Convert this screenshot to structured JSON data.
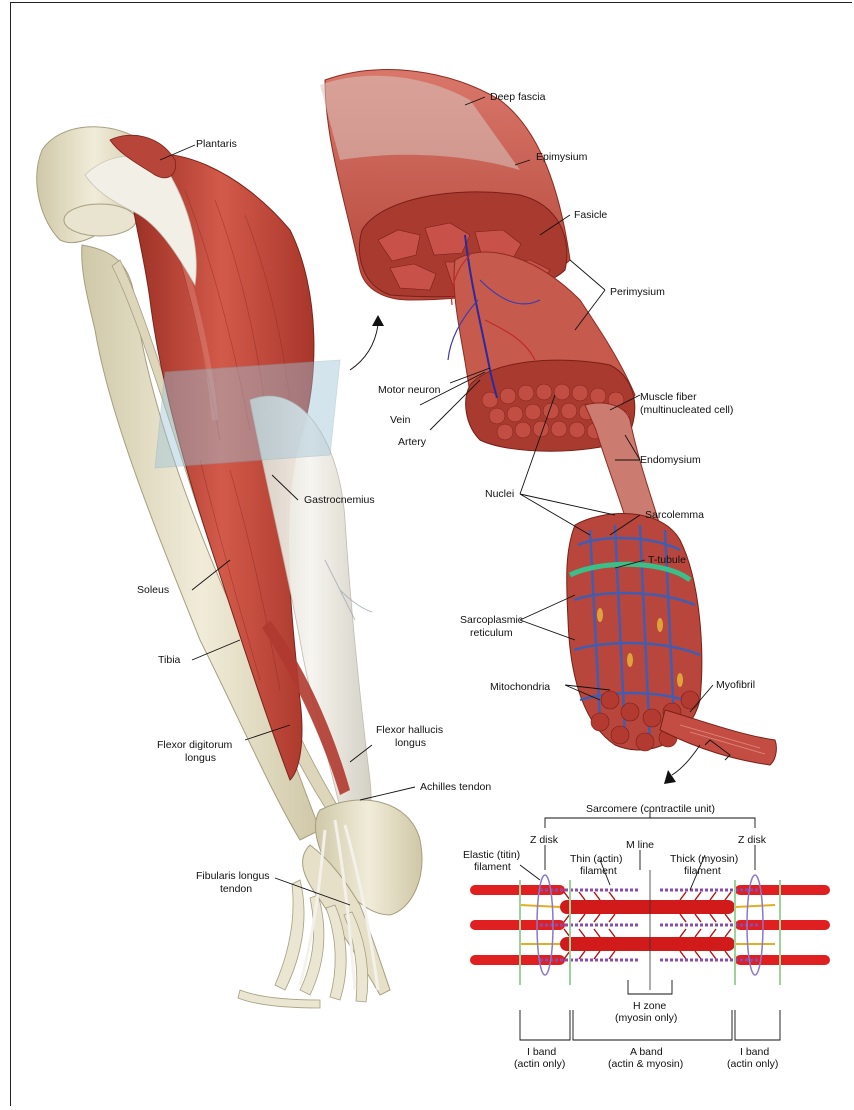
{
  "labels": {
    "plantaris": "Plantaris",
    "gastrocnemius": "Gastrocnemius",
    "soleus": "Soleus",
    "tibia": "Tibia",
    "flexor_digitorum_longus": [
      "Flexor digitorum",
      "longus"
    ],
    "flexor_hallucis_longus": [
      "Flexor hallucis",
      "longus"
    ],
    "achilles_tendon": "Achilles tendon",
    "fibularis_longus_tendon": [
      "Fibularis longus",
      "tendon"
    ],
    "deep_fascia": "Deep fascia",
    "epimysium": "Epimysium",
    "fasicle": "Fasicle",
    "perimysium": "Perimysium",
    "motor_neuron": "Motor neuron",
    "vein": "Vein",
    "artery": "Artery",
    "muscle_fiber": [
      "Muscle fiber",
      "(multinucleated cell)"
    ],
    "endomysium": "Endomysium",
    "nuclei": "Nuclei",
    "sarcolemma": "Sarcolemma",
    "t_tubule": "T-tubule",
    "sarcoplasmic_reticulum": [
      "Sarcoplasmic",
      "reticulum"
    ],
    "mitochondria": "Mitochondria",
    "myofibril": "Myofibril",
    "sarcomere": "Sarcomere (contractile unit)",
    "z_disk_left": "Z disk",
    "z_disk_right": "Z disk",
    "m_line": "M line",
    "elastic_filament": [
      "Elastic (titin)",
      "filament"
    ],
    "thin_filament": [
      "Thin (actin)",
      "filament"
    ],
    "thick_filament": [
      "Thick (myosin)",
      "filament"
    ],
    "h_zone": [
      "H zone",
      "(myosin only)"
    ],
    "i_band_left": [
      "I band",
      "(actin only)"
    ],
    "a_band": [
      "A band",
      "(actin & myosin)"
    ],
    "i_band_right": [
      "I band",
      "(actin only)"
    ]
  },
  "colors": {
    "muscle": "#c0473a",
    "muscle_light": "#d9776a",
    "muscle_dark": "#8e2a22",
    "bone": "#e6e0c8",
    "tendon": "#ece9e0",
    "fascia": "#b9c6d0",
    "nerve": "#3b3bb0",
    "sr_blue": "#3a5fb8",
    "t_tubule_green": "#3bbf8a",
    "filament_red": "#e02020",
    "titin_purple": "#8a4bb0"
  }
}
